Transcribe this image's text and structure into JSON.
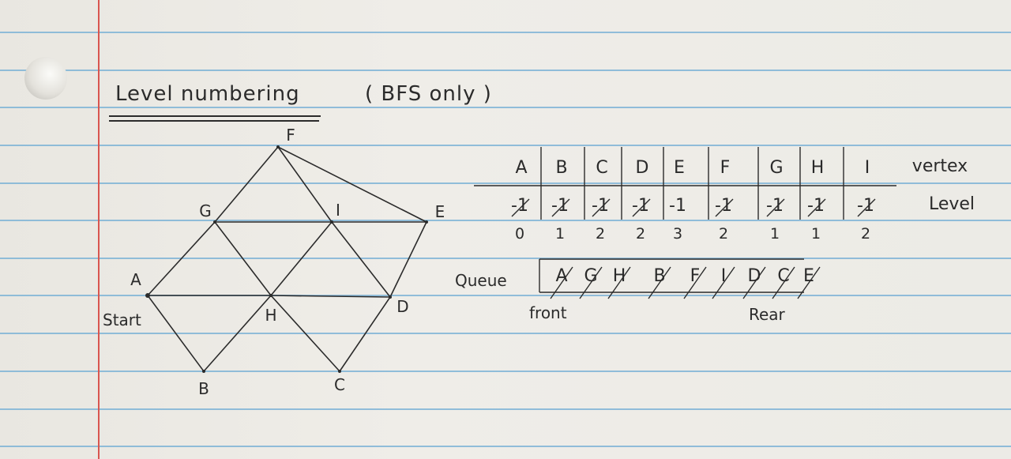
{
  "title": "Level numbering",
  "subtitle": "( BFS only )",
  "graph": {
    "nodes": [
      "F",
      "G",
      "I",
      "E",
      "A",
      "H",
      "D",
      "B",
      "C"
    ],
    "start_label": "Start",
    "edges": [
      [
        "F",
        "G"
      ],
      [
        "F",
        "I"
      ],
      [
        "F",
        "E"
      ],
      [
        "G",
        "I"
      ],
      [
        "I",
        "E"
      ],
      [
        "G",
        "A"
      ],
      [
        "G",
        "H"
      ],
      [
        "I",
        "H"
      ],
      [
        "I",
        "D"
      ],
      [
        "E",
        "D"
      ],
      [
        "A",
        "H"
      ],
      [
        "H",
        "D"
      ],
      [
        "A",
        "B"
      ],
      [
        "B",
        "H"
      ],
      [
        "H",
        "C"
      ],
      [
        "C",
        "D"
      ]
    ]
  },
  "table": {
    "vertices": [
      "A",
      "B",
      "C",
      "D",
      "E",
      "F",
      "G",
      "H",
      "I"
    ],
    "vertex_row_label": "vertex",
    "initial_levels": [
      "-1",
      "-1",
      "-1",
      "-1",
      "-1",
      "-1",
      "-1",
      "-1",
      "-1"
    ],
    "initial_crossed": [
      true,
      true,
      true,
      true,
      false,
      true,
      true,
      true,
      true
    ],
    "level_row_label": "Level",
    "final_levels": [
      "0",
      "1",
      "2",
      "2",
      "3",
      "2",
      "1",
      "1",
      "2"
    ]
  },
  "queue": {
    "label": "Queue",
    "items": [
      "A",
      "G",
      "H",
      "B",
      "F",
      "I",
      "D",
      "C",
      "E"
    ],
    "front_label": "front",
    "rear_label": "Rear"
  },
  "colors": {
    "ink": "#2b2b2b",
    "rule_blue": "#7fb4d6",
    "margin_red": "#d9554f"
  }
}
